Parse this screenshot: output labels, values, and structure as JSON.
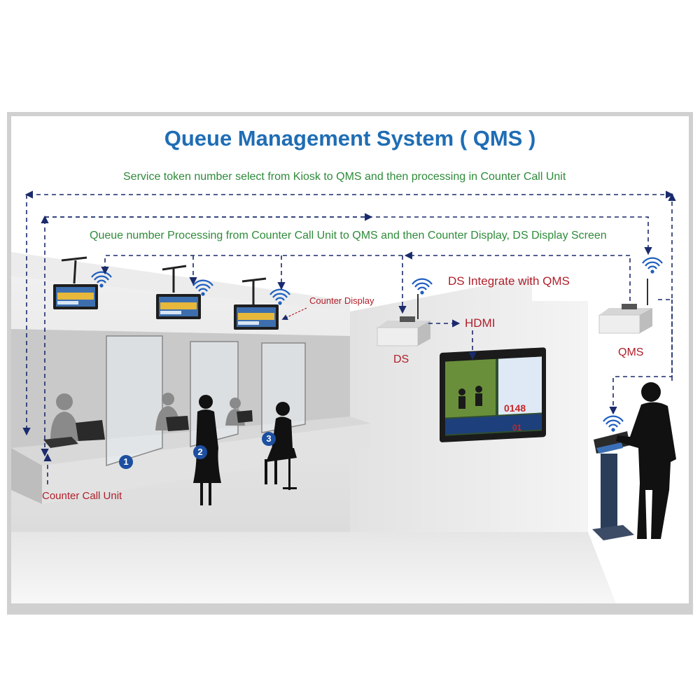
{
  "title": "Queue Management System ( QMS )",
  "flows": {
    "kiosk_flow": "Service token number select from Kiosk to QMS and then processing in Counter Call Unit",
    "counter_flow": "Queue number Processing from  Counter Call Unit  to QMS and then Counter Display, DS Display Screen"
  },
  "labels": {
    "ds_integrate": "DS Integrate with QMS",
    "counter_display": "Counter Display",
    "hdmi": "HDMI",
    "ds": "DS",
    "qms": "QMS",
    "counter_call_unit": "Counter Call Unit"
  },
  "counter_numbers": [
    "1",
    "2",
    "3"
  ],
  "display_screen": {
    "token_number": "0148",
    "counter_number": "01"
  },
  "colors": {
    "title_blue": "#1f6db5",
    "flow_green": "#2e8b3a",
    "label_red": "#b01e2a",
    "arrow_navy": "#1a2a6c",
    "wifi_blue": "#1f5fbf"
  }
}
